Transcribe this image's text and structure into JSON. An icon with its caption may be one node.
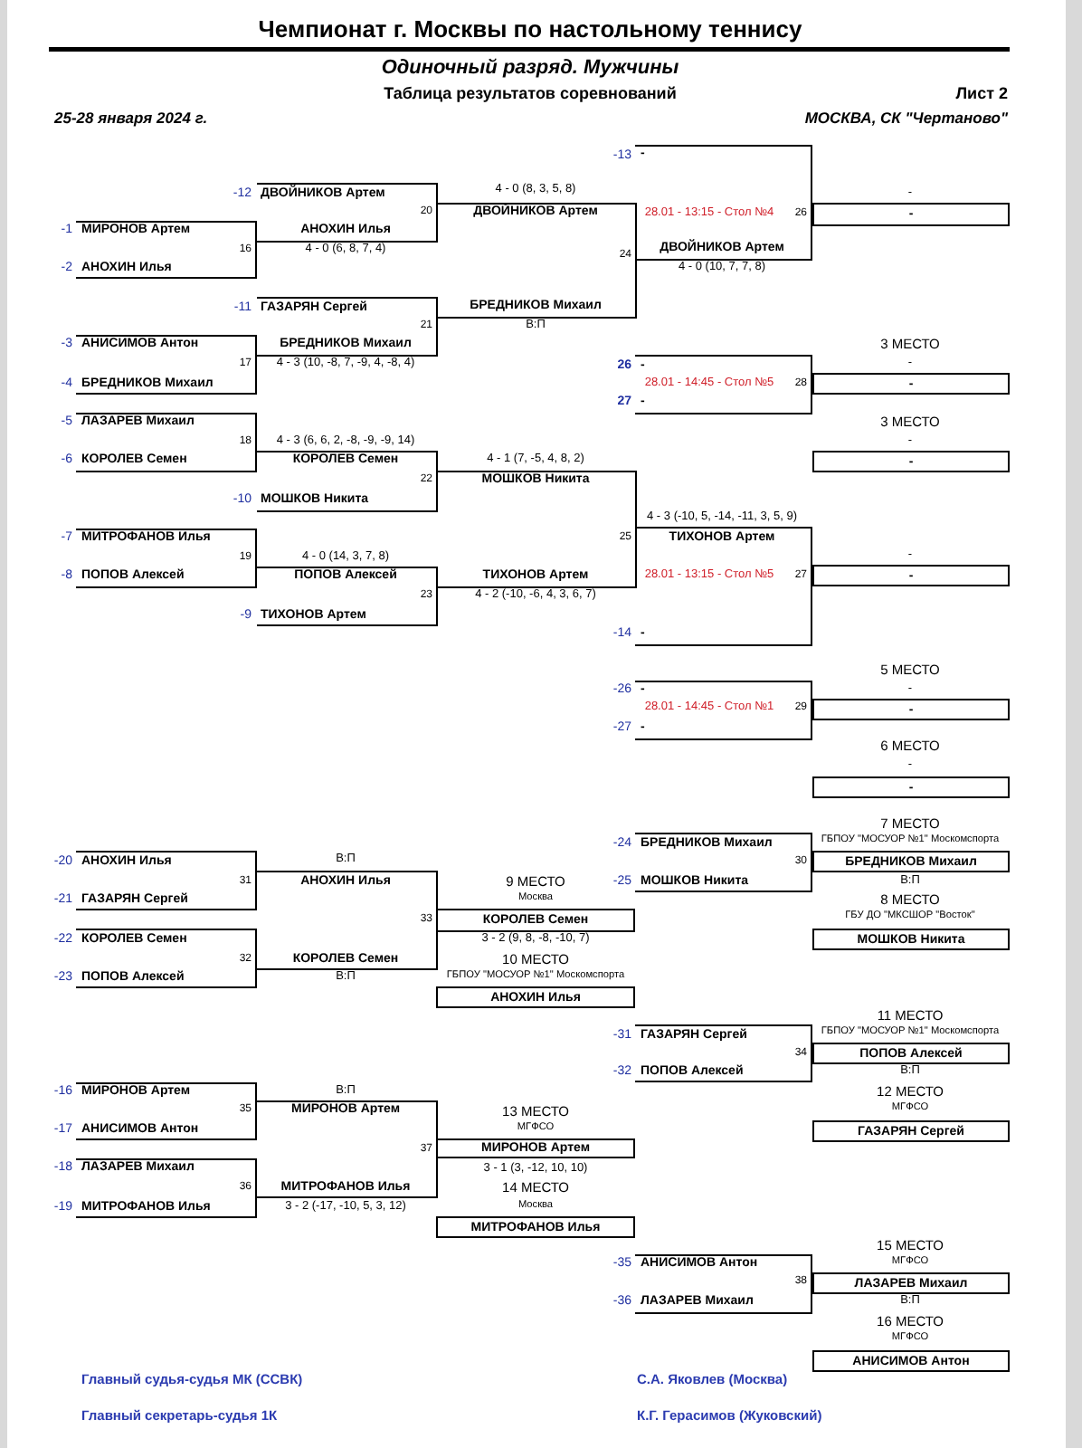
{
  "diagram": {
    "title": "Чемпионат г. Москвы по настольному теннису",
    "nodes": [
      {
        "text": [
          "-"
        ]
      },
      {
        "text": [
          "-"
        ]
      },
      {
        "text": [
          "-"
        ]
      },
      {
        "text": [
          "-"
        ]
      },
      {
        "text": [
          "-"
        ]
      },
      {
        "text": [
          "-"
        ]
      },
      {
        "text": [
          "БРЕДНИКОВ Михаил"
        ]
      },
      {
        "text": [
          "КОРОЛЕВ Семен"
        ]
      },
      {
        "text": [
          "МОШКОВ Никита"
        ]
      },
      {
        "text": [
          "АНОХИН Илья"
        ]
      },
      {
        "text": [
          "ПОПОВ Алексей"
        ]
      },
      {
        "text": [
          "ГАЗАРЯН Сергей"
        ]
      },
      {
        "text": [
          "МИРОНОВ Артем"
        ]
      },
      {
        "text": [
          "МИТРОФАНОВ Илья"
        ]
      },
      {
        "text": [
          "ЛАЗАРЕВ Михаил"
        ]
      },
      {
        "text": [
          "АНИСИМОВ Антон"
        ]
      }
    ],
    "labels": [
      "Одиночный разряд. Мужчины",
      "Таблица результатов соревнований",
      "Лист 2",
      "25-28 января 2024 г.",
      "МОСКВА, СК \"Чертаново\"",
      "-13",
      "-",
      "-12",
      "ДВОЙНИКОВ Артем",
      "4 - 0 (8, 3, 5, 8)",
      "-",
      "20",
      "ДВОЙНИКОВ Артем",
      "28.01 - 13:15 - Стол №4",
      "26",
      "-1",
      "МИРОНОВ Артем",
      "АНОХИН Илья",
      "ДВОЙНИКОВ Артем",
      "16",
      "4 - 0 (6, 8, 7, 4)",
      "24",
      "-2",
      "АНОХИН Илья",
      "4 - 0 (10, 7, 7, 8)",
      "-11",
      "ГАЗАРЯН Сергей",
      "БРЕДНИКОВ Михаил",
      "21",
      "В:П",
      "-3",
      "АНИСИМОВ Антон",
      "БРЕДНИКОВ Михаил",
      "3 МЕСТО",
      "17",
      "4 - 3 (10, -8, 7, -9, 4, -8, 4)",
      "-",
      "26",
      "-",
      "-4",
      "БРЕДНИКОВ Михаил",
      "28.01 - 14:45 - Стол №5",
      "28",
      "27",
      "-",
      "-5",
      "ЛАЗАРЕВ Михаил",
      "3 МЕСТО",
      "18",
      "4 - 3 (6, 6, 2, -8, -9, -9, 14)",
      "-",
      "-6",
      "КОРОЛЕВ Семен",
      "КОРОЛЕВ Семен",
      "4 - 1 (7, -5, 4, 8, 2)",
      "22",
      "МОШКОВ Никита",
      "-10",
      "МОШКОВ Никита",
      "4 - 3 (-10, 5, -14, -11, 3, 5, 9)",
      "-7",
      "МИТРОФАНОВ Илья",
      "25",
      "ТИХОНОВ Артем",
      "19",
      "4 - 0 (14, 3, 7, 8)",
      "-",
      "-8",
      "ПОПОВ Алексей",
      "ПОПОВ Алексей",
      "ТИХОНОВ Артем",
      "28.01 - 13:15 - Стол №5",
      "27",
      "23",
      "4 - 2 (-10, -6, 4, 3, 6, 7)",
      "-9",
      "ТИХОНОВ Артем",
      "-14",
      "-",
      "5 МЕСТО",
      "-26",
      "-",
      "-",
      "28.01 - 14:45 - Стол №1",
      "29",
      "-27",
      "-",
      "6 МЕСТО",
      "-",
      "7 МЕСТО",
      "-24",
      "БРЕДНИКОВ Михаил",
      "ГБПОУ \"МОСУОР №1\" Москомспорта",
      "-20",
      "АНОХИН Илья",
      "В:П",
      "30",
      "31",
      "АНОХИН Илья",
      "9 МЕСТО",
      "-25",
      "МОШКОВ Никита",
      "В:П",
      "-21",
      "ГАЗАРЯН Сергей",
      "Москва",
      "8 МЕСТО",
      "33",
      "ГБУ ДО \"МКСШОР \"Восток\"",
      "-22",
      "КОРОЛЕВ Семен",
      "3 - 2 (9, 8, -8, -10, 7)",
      "32",
      "КОРОЛЕВ Семен",
      "10 МЕСТО",
      "-23",
      "ПОПОВ Алексей",
      "В:П",
      "ГБПОУ \"МОСУОР №1\" Москомспорта",
      "11 МЕСТО",
      "-31",
      "ГАЗАРЯН Сергей",
      "ГБПОУ \"МОСУОР №1\" Москомспорта",
      "34",
      "-32",
      "ПОПОВ Алексей",
      "В:П",
      "-16",
      "МИРОНОВ Артем",
      "В:П",
      "12 МЕСТО",
      "35",
      "МИРОНОВ Артем",
      "13 МЕСТО",
      "МГФСО",
      "-17",
      "АНИСИМОВ Антон",
      "МГФСО",
      "37",
      "-18",
      "ЛАЗАРЕВ Михаил",
      "3 - 1 (3, -12, 10, 10)",
      "36",
      "МИТРОФАНОВ Илья",
      "14 МЕСТО",
      "-19",
      "МИТРОФАНОВ Илья",
      "3 - 2 (-17, -10, 5, 3, 12)",
      "Москва",
      "15 МЕСТО",
      "-35",
      "АНИСИМОВ Антон",
      "МГФСО",
      "38",
      "-36",
      "ЛАЗАРЕВ Михаил",
      "В:П",
      "16 МЕСТО",
      "МГФСО",
      "Главный судья-судья МК (ССВК)",
      "С.А. Яковлев (Москва)",
      "Главный секретарь-судья 1К",
      "К.Г. Герасимов (Жуковский)"
    ]
  }
}
